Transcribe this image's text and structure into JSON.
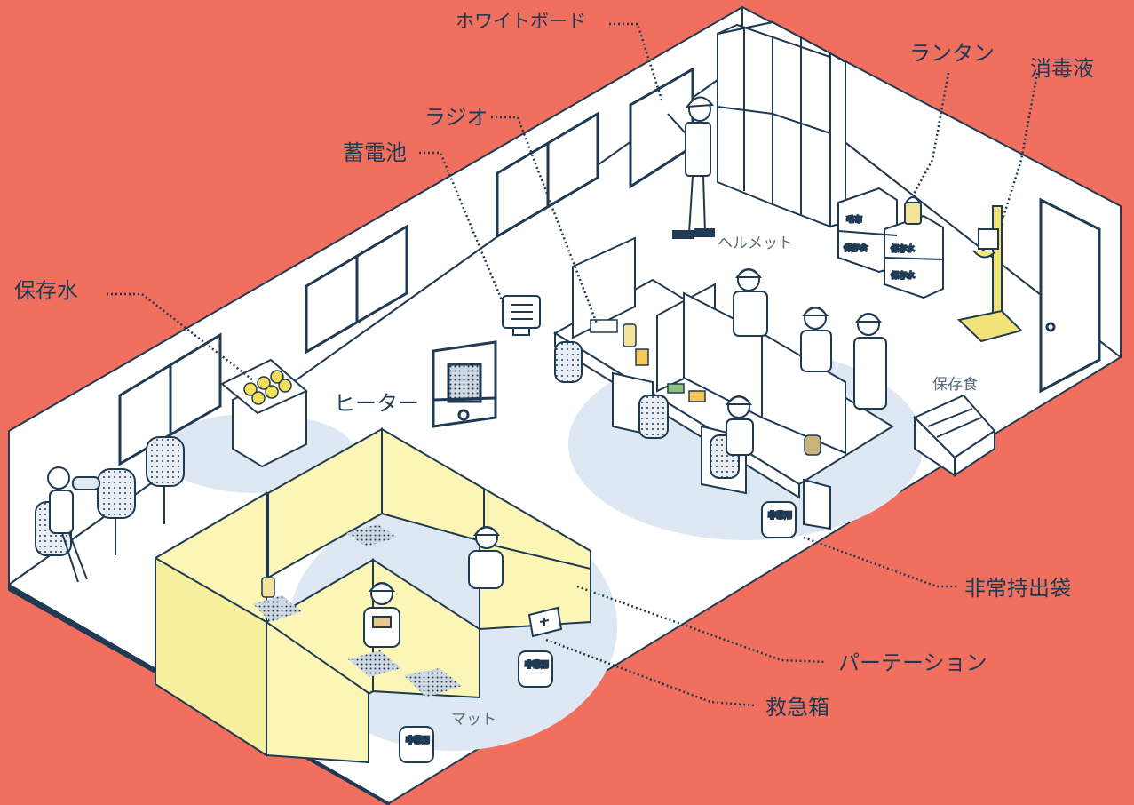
{
  "labels": {
    "whiteboard": "ホワイトボード",
    "lantern": "ランタン",
    "disinfectant": "消毒液",
    "radio": "ラジオ",
    "battery": "蓄電池",
    "helmet": "ヘルメット",
    "water": "保存水",
    "food": "保存食",
    "heater": "ヒーター",
    "emergency_bag": "非常持出袋",
    "partition": "パーテーション",
    "first_aid": "救急箱",
    "mat": "マット"
  },
  "box_texts": {
    "blanket": "毛布",
    "water_box": "保存水",
    "food_box": "保存食",
    "bag_tag": "非常用"
  },
  "colors": {
    "background": "#f16f5e",
    "wall": "#ffffff",
    "floor": "#ffffff",
    "outline": "#1f3a52",
    "partition": "#fbf6b6",
    "shadow": "#d9e6f1"
  }
}
